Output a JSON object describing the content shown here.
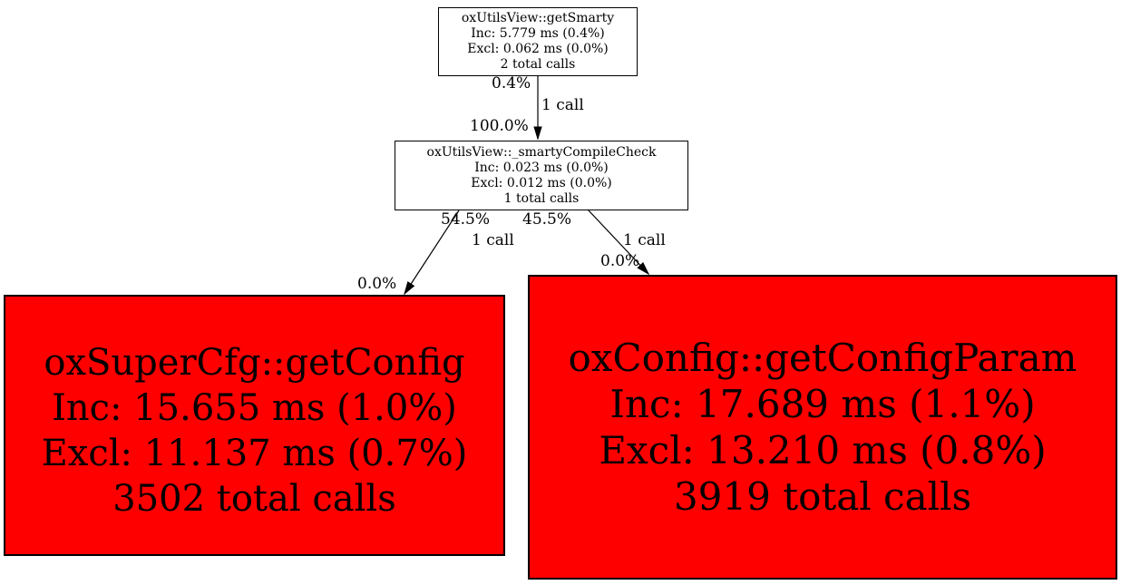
{
  "diagram": {
    "type": "call-graph",
    "colors": {
      "background": "#ffffff",
      "hot_node_fill": "#ff0000",
      "normal_node_fill": "#ffffff",
      "border": "#000000",
      "edge": "#000000",
      "text": "#000000"
    },
    "nodes": [
      {
        "id": "oxUtilsView::getSmarty",
        "title": "oxUtilsView::getSmarty",
        "inc": "Inc: 5.779 ms (0.4%)",
        "excl": "Excl: 0.062 ms (0.0%)",
        "calls": "2 total calls"
      },
      {
        "id": "oxUtilsView::_smartyCompileCheck",
        "title": "oxUtilsView::_smartyCompileCheck",
        "inc": "Inc: 0.023 ms (0.0%)",
        "excl": "Excl: 0.012 ms (0.0%)",
        "calls": "1 total calls"
      },
      {
        "id": "oxSuperCfg::getConfig",
        "title": "oxSuperCfg::getConfig",
        "inc": "Inc: 15.655 ms (1.0%)",
        "excl": "Excl: 11.137 ms (0.7%)",
        "calls": "3502 total calls"
      },
      {
        "id": "oxConfig::getConfigParam",
        "title": "oxConfig::getConfigParam",
        "inc": "Inc: 17.689 ms (1.1%)",
        "excl": "Excl: 13.210 ms (0.8%)",
        "calls": "3919 total calls"
      }
    ],
    "edges": [
      {
        "from": "oxUtilsView::getSmarty",
        "to": "oxUtilsView::_smartyCompileCheck",
        "labels": {
          "source_pct": "0.4%",
          "calls": "1 call",
          "target_pct": "100.0%"
        }
      },
      {
        "from": "oxUtilsView::_smartyCompileCheck",
        "to": "oxSuperCfg::getConfig",
        "labels": {
          "source_pct": "54.5%",
          "calls": "1 call",
          "target_pct": "0.0%"
        }
      },
      {
        "from": "oxUtilsView::_smartyCompileCheck",
        "to": "oxConfig::getConfigParam",
        "labels": {
          "source_pct": "45.5%",
          "calls": "1 call",
          "target_pct": "0.0%"
        }
      }
    ]
  }
}
